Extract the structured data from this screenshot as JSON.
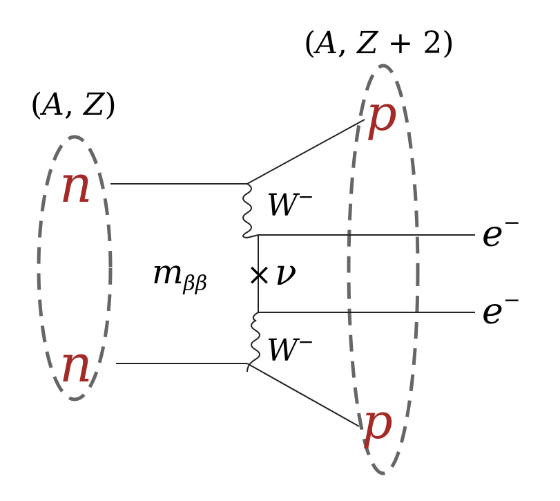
{
  "nucleus_initial": {
    "label_open": "(",
    "label_a": "A",
    "label_sep": ", ",
    "label_z": "Z",
    "label_close": ")"
  },
  "nucleus_final": {
    "label_open": "(",
    "label_a": "A",
    "label_sep": ", ",
    "label_z": "Z",
    "label_plus": " + 2",
    "label_close": ")"
  },
  "particles": {
    "neutron": "n",
    "proton": "p",
    "w_boson": "W",
    "w_charge": "−",
    "electron": "e",
    "electron_charge": "−",
    "neutrino": "ν",
    "mass_symbol": "m",
    "mass_subscript": "ββ",
    "majorana_mark": "×"
  },
  "colors": {
    "nucleon": "#a32a26",
    "lines": "#222222",
    "nucleus_outline": "#666666"
  }
}
